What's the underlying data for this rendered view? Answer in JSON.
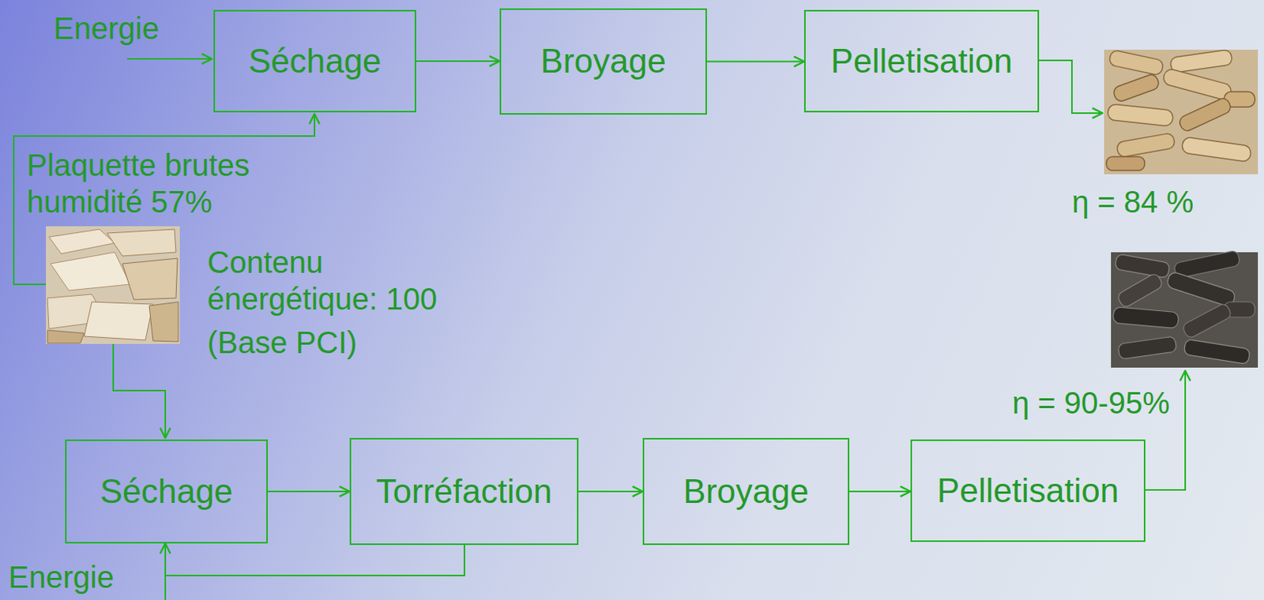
{
  "diagram": {
    "nodes": [
      {
        "text": [
          "Séchage"
        ]
      },
      {
        "text": [
          "Broyage"
        ]
      },
      {
        "text": [
          "Pelletisation"
        ]
      },
      {
        "text": [
          "Séchage"
        ]
      },
      {
        "text": [
          "Torréfaction"
        ]
      },
      {
        "text": [
          "Broyage"
        ]
      },
      {
        "text": [
          "Pelletisation"
        ]
      }
    ],
    "edges": [
      {
        "from": 0,
        "to": 1,
        "arrow": "to"
      },
      {
        "from": 1,
        "to": 2,
        "arrow": "to"
      },
      {
        "from": 3,
        "to": 4,
        "arrow": "to"
      },
      {
        "from": 4,
        "to": 5,
        "arrow": "to"
      },
      {
        "from": 5,
        "to": 6,
        "arrow": "to"
      },
      {
        "from": 4,
        "to": 3,
        "arrow": "to"
      }
    ],
    "labels": [
      "Energie",
      "Plaquette brutes humidité 57%",
      "η = 84 %",
      "Contenu énergétique: 100",
      "(Base PCI)",
      "η = 90-95%",
      "Energie"
    ]
  }
}
